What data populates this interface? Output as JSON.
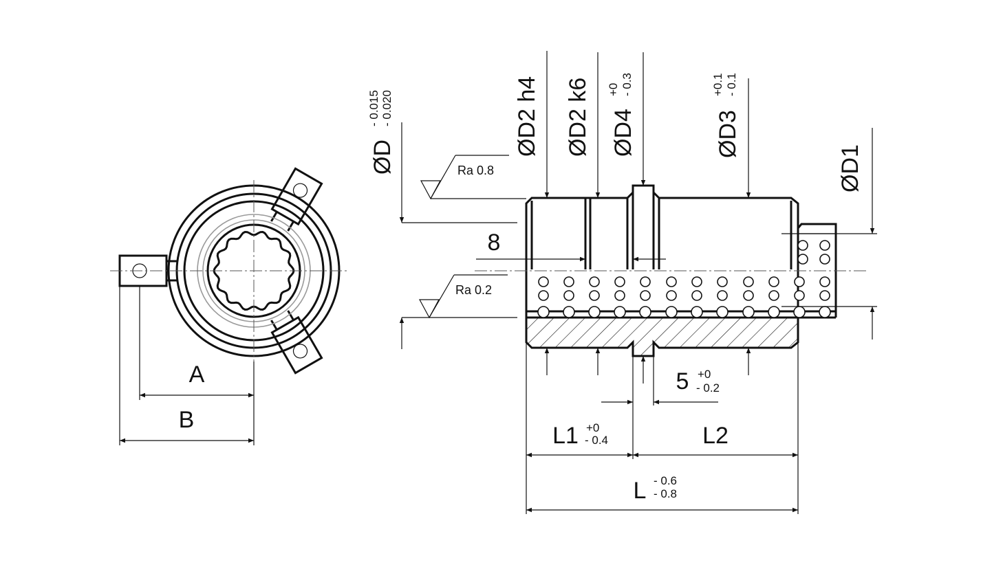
{
  "labels": {
    "dim_a": "A",
    "dim_b": "B",
    "dim_d": "ØD",
    "dim_d_tol_upper": "- 0.015",
    "dim_d_tol_lower": "- 0.020",
    "dim_d2_h4": "ØD2 h4",
    "dim_d2_k6": "ØD2 k6",
    "dim_d4": "ØD4",
    "dim_d4_tol_upper": "+0",
    "dim_d4_tol_lower": "- 0.3",
    "dim_d3": "ØD3",
    "dim_d3_tol_upper": "+0.1",
    "dim_d3_tol_lower": "- 0.1",
    "dim_d1": "ØD1",
    "ra_top": "Ra 0.8",
    "ra_bottom": "Ra 0.2",
    "dim_8": "8",
    "dim_5": "5",
    "dim_5_tol_upper": "+0",
    "dim_5_tol_lower": "- 0.2",
    "dim_l1": "L1",
    "dim_l1_tol_upper": "+0",
    "dim_l1_tol_lower": "- 0.4",
    "dim_l2": "L2",
    "dim_l": "L",
    "dim_l_tol_upper": "- 0.6",
    "dim_l_tol_lower": "- 0.8"
  }
}
